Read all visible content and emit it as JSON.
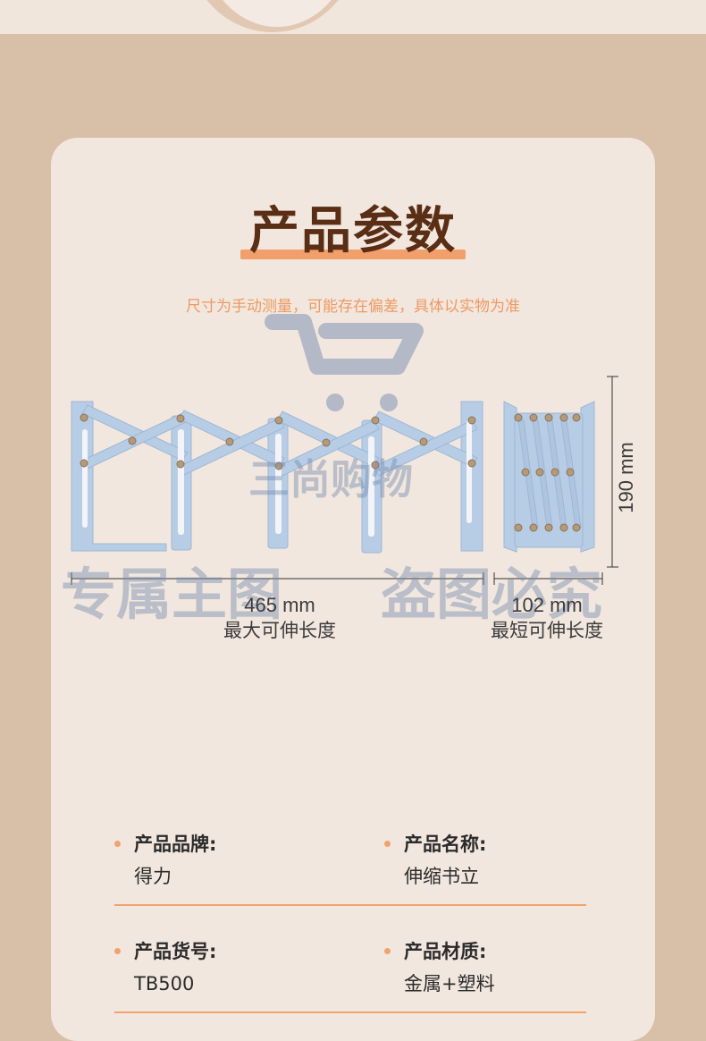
{
  "header": {
    "title": "产品参数",
    "subtitle": "尺寸为手动测量，可能存在偏差，具体以实物为准"
  },
  "dimensions": {
    "max_length_value": "465 mm",
    "max_length_label": "最大可伸长度",
    "min_length_value": "102 mm",
    "min_length_label": "最短可伸长度",
    "height_value": "190 mm"
  },
  "watermark": {
    "brand": "三尚购物",
    "left_text": "专属主图",
    "right_text": "盗图必究"
  },
  "specs": [
    {
      "key": "产品品牌:",
      "value": "得力"
    },
    {
      "key": "产品名称:",
      "value": "伸缩书立"
    },
    {
      "key": "产品货号:",
      "value": "TB500"
    },
    {
      "key": "产品材质:",
      "value": "金属+塑料"
    }
  ],
  "colors": {
    "page_bg": "#d8bfa8",
    "card_bg": "#f1e7de",
    "accent": "#f0a46c",
    "title": "#5a2e14",
    "product": "#b7cde6"
  }
}
